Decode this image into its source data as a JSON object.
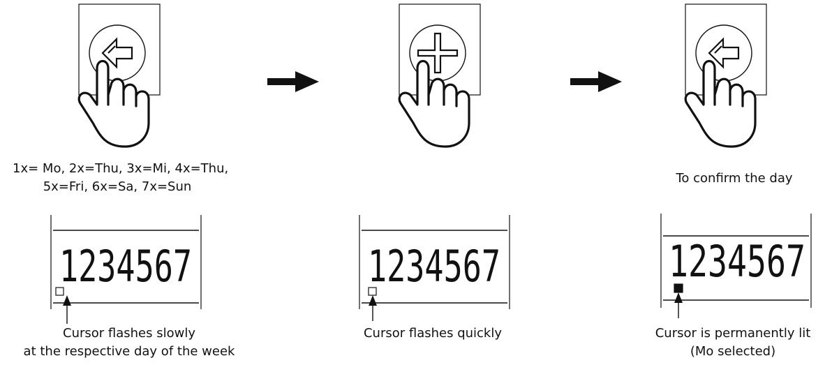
{
  "steps": [
    {
      "button_icon": "enter-arrow-icon",
      "caption_top": [
        "1x= Mo, 2x=Thu, 3x=Mi, 4x=Thu,",
        "5x=Fri, 6x=Sa, 7x=Sun"
      ],
      "display_digits": "1234567",
      "cursor_state": "flashing-slow",
      "caption_bottom": [
        "Cursor flashes slowly",
        "at the respective day of the week"
      ]
    },
    {
      "button_icon": "plus-icon",
      "caption_top": [],
      "display_digits": "1234567",
      "cursor_state": "flashing-fast",
      "caption_bottom": [
        "Cursor flashes quickly"
      ]
    },
    {
      "button_icon": "enter-arrow-icon",
      "caption_top": [
        "To confirm the day"
      ],
      "display_digits": "1234567",
      "cursor_state": "lit",
      "caption_bottom": [
        "Cursor is permanently lit",
        "(Mo selected)"
      ]
    }
  ],
  "connectors": [
    "arrow-right-icon",
    "arrow-right-icon"
  ],
  "colors": {
    "ink": "#111111",
    "background": "#ffffff"
  }
}
